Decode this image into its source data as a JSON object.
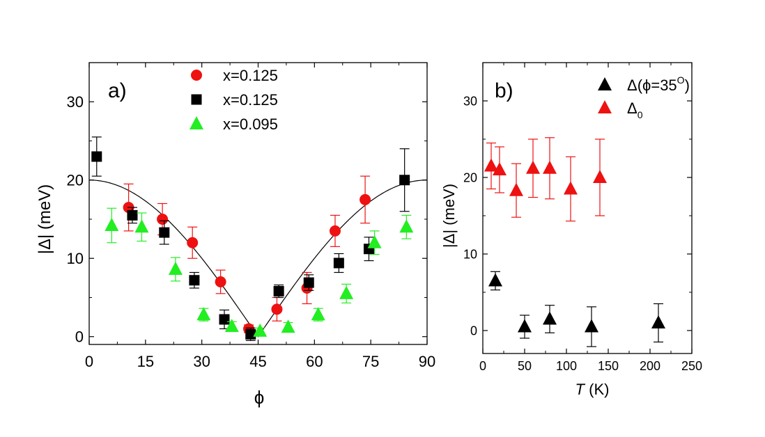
{
  "chart_data": [
    {
      "type": "scatter",
      "panel_label": "a)",
      "xlabel": "ϕ",
      "ylabel": "|Δ| (meV)",
      "xlim": [
        0,
        90
      ],
      "ylim": [
        -1,
        35
      ],
      "xticks": [
        0,
        15,
        30,
        45,
        60,
        75,
        90
      ],
      "yticks": [
        0,
        10,
        20,
        30
      ],
      "legend_position": "top-center",
      "series": [
        {
          "name": "x=0.125",
          "marker": "circle",
          "color": "#ee1111",
          "x": [
            10.5,
            19.5,
            27.5,
            35,
            42.5,
            50,
            58,
            65.5,
            73.5
          ],
          "y": [
            16.5,
            15,
            12,
            7,
            1,
            3.5,
            6.2,
            13.5,
            17.5
          ],
          "err": [
            3,
            2,
            2,
            1.5,
            0.5,
            1.5,
            2,
            2,
            3
          ]
        },
        {
          "name": "x=0.125",
          "marker": "square",
          "color": "#000000",
          "x": [
            2,
            11.5,
            20,
            28,
            36,
            43,
            50.5,
            58.5,
            66.5,
            74.5,
            84
          ],
          "y": [
            23,
            15.5,
            13.3,
            7.2,
            2.2,
            0.3,
            5.8,
            6.9,
            9.4,
            11.2,
            20
          ],
          "err": [
            2.5,
            1,
            1.5,
            1,
            1.2,
            0.8,
            0.8,
            1,
            1.2,
            1.5,
            4
          ]
        },
        {
          "name": "x=0.095",
          "marker": "triangle",
          "color": "#22ee22",
          "x": [
            6,
            14,
            23,
            30.5,
            38,
            45.5,
            53,
            61,
            68.5,
            76,
            84.5
          ],
          "y": [
            14.2,
            14,
            8.6,
            2.8,
            1.3,
            0.7,
            1.2,
            2.8,
            5.5,
            12,
            14
          ],
          "err": [
            2.2,
            1.8,
            1.5,
            0.8,
            0.6,
            0.4,
            0.6,
            0.8,
            1.2,
            1.5,
            1.5
          ]
        }
      ],
      "fit_curve": {
        "formula": "20*|cos(2*phi)|",
        "color": "#000000"
      }
    },
    {
      "type": "scatter",
      "panel_label": "b)",
      "xlabel": "T (K)",
      "xlabel_italic_part": "T",
      "xlabel_rest": " (K)",
      "ylabel": "|Δ| (meV)",
      "xlim": [
        0,
        250
      ],
      "ylim": [
        -3,
        35
      ],
      "xticks": [
        0,
        50,
        100,
        150,
        200,
        250
      ],
      "yticks": [
        0,
        10,
        20,
        30
      ],
      "legend_position": "top-right",
      "series": [
        {
          "name": "Δ(ϕ=35",
          "name_sup": "O",
          "name_close": ")",
          "marker": "triangle",
          "color": "#000000",
          "x": [
            15,
            50,
            80,
            130,
            210
          ],
          "y": [
            6.5,
            0.5,
            1.5,
            0.5,
            1
          ],
          "err": [
            1.2,
            1.5,
            1.8,
            2.6,
            2.5
          ]
        },
        {
          "name": "Δ",
          "name_sub": "0",
          "marker": "triangle",
          "color": "#ee1111",
          "x": [
            10,
            20,
            40,
            60,
            80,
            105,
            140
          ],
          "y": [
            21.5,
            21,
            18.3,
            21.2,
            21.2,
            18.5,
            20
          ],
          "err": [
            3,
            3,
            3.5,
            3.8,
            4,
            4.2,
            5
          ]
        }
      ]
    }
  ]
}
